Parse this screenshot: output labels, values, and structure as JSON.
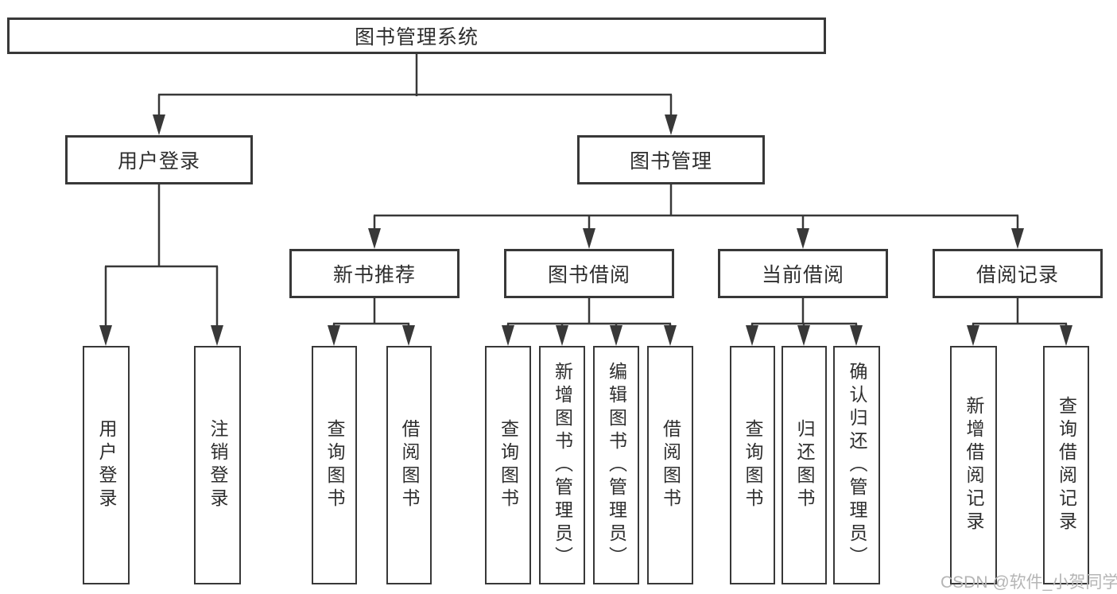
{
  "colors": {
    "line": "#383838",
    "box_border": "#383838",
    "text": "#2e2e2e",
    "watermark": "#b5b5b5",
    "background": "#ffffff"
  },
  "diagram": {
    "root": {
      "label": "图书管理系统"
    },
    "branches": [
      {
        "label": "用户登录",
        "children": [
          {
            "label": "用户登录"
          },
          {
            "label": "注销登录"
          }
        ]
      },
      {
        "label": "图书管理",
        "children": [
          {
            "label": "新书推荐",
            "children": [
              {
                "label": "查询图书"
              },
              {
                "label": "借阅图书"
              }
            ]
          },
          {
            "label": "图书借阅",
            "children": [
              {
                "label": "查询图书"
              },
              {
                "label": "新增图书（管理员）"
              },
              {
                "label": "编辑图书（管理员）"
              },
              {
                "label": "借阅图书"
              }
            ]
          },
          {
            "label": "当前借阅",
            "children": [
              {
                "label": "查询图书"
              },
              {
                "label": "归还图书"
              },
              {
                "label": "确认归还（管理员）"
              }
            ]
          },
          {
            "label": "借阅记录",
            "children": [
              {
                "label": "新增借阅记录"
              },
              {
                "label": "查询借阅记录"
              }
            ]
          }
        ]
      }
    ]
  },
  "watermark": {
    "text": "CSDN @软件_小贺同学"
  }
}
